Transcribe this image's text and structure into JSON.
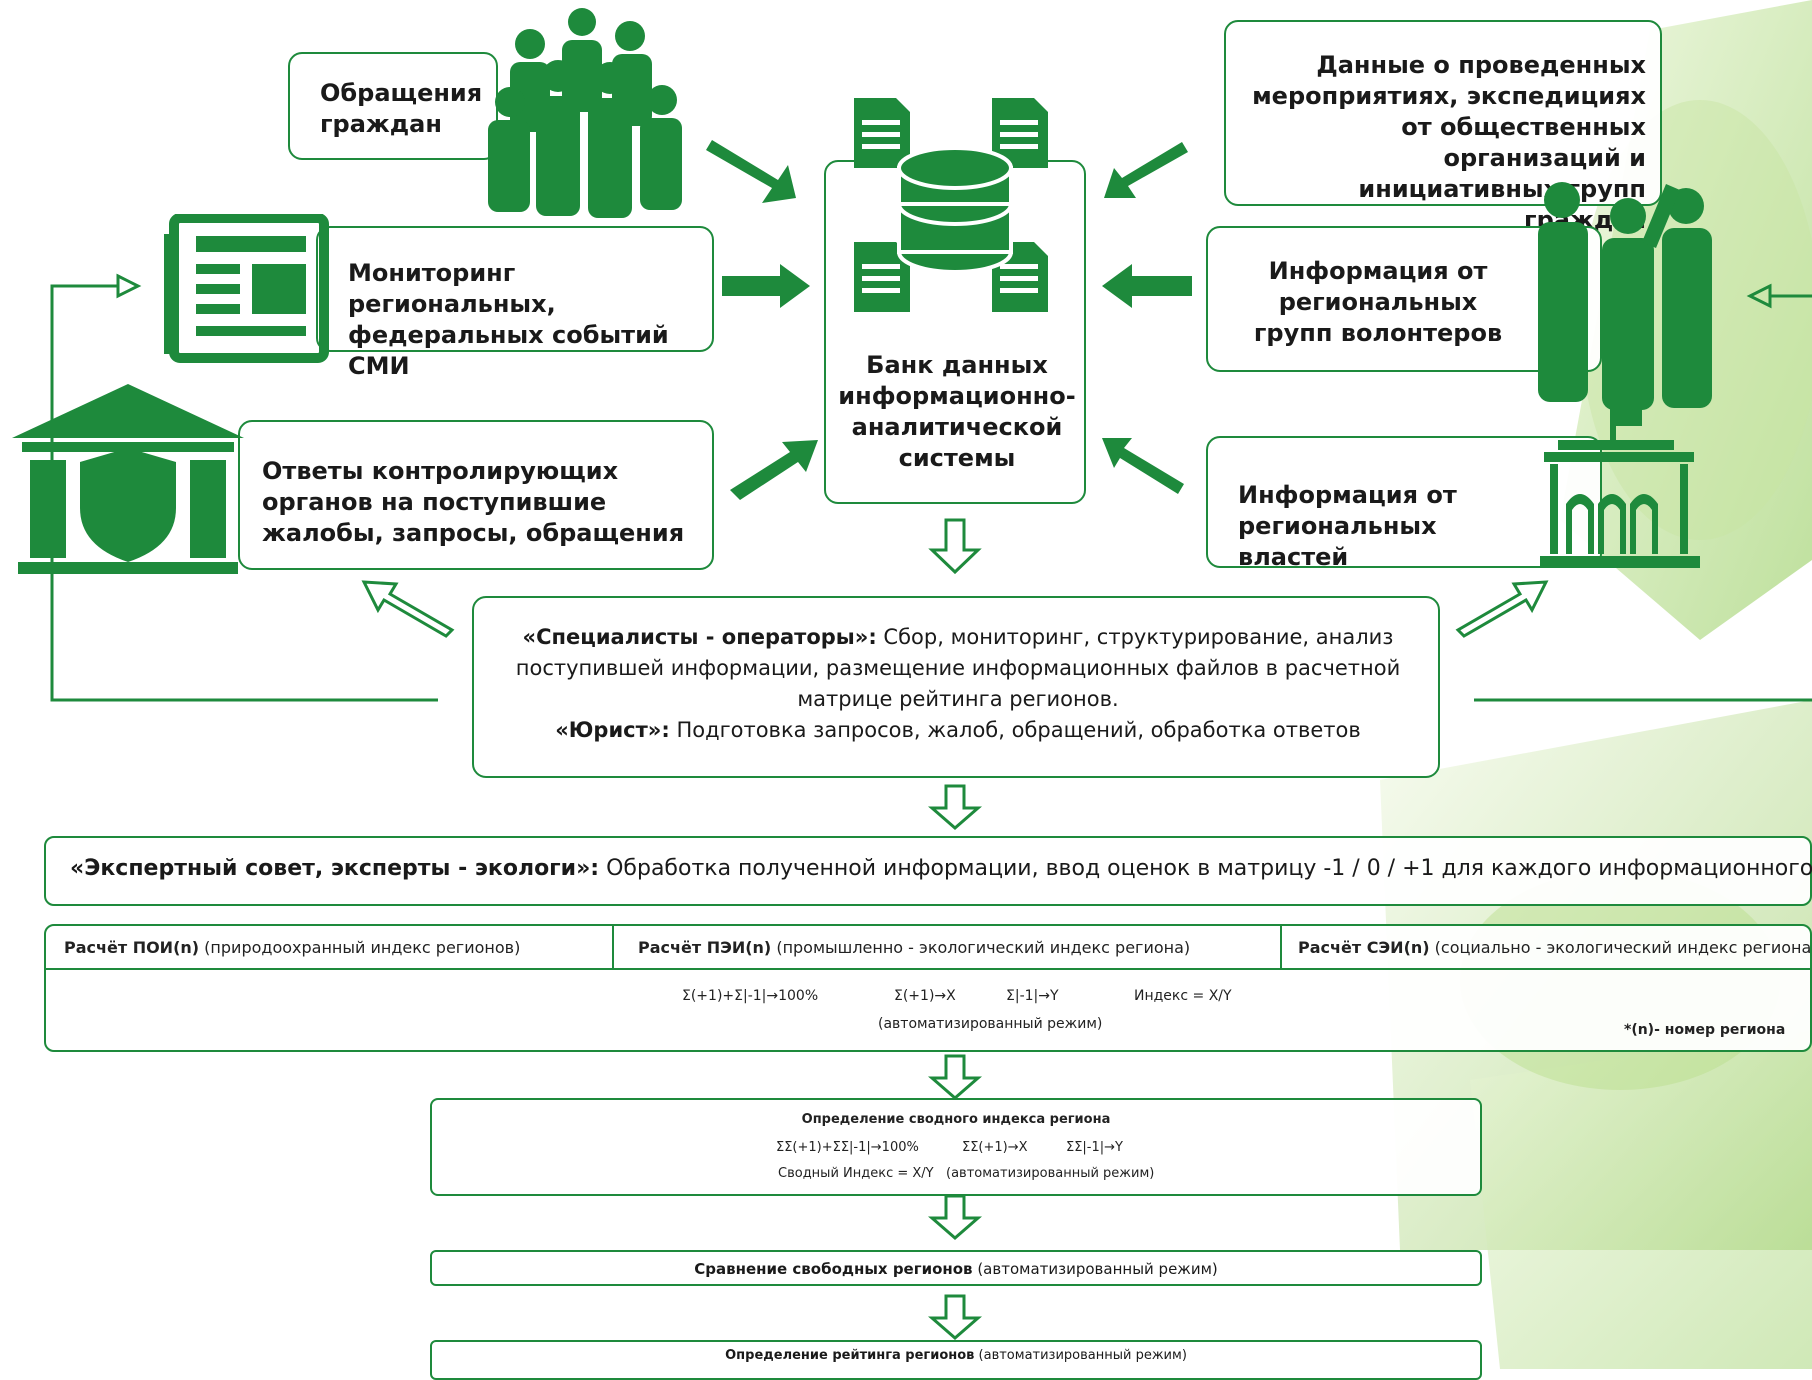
{
  "sources": {
    "citizens": "Обращения граждан",
    "media": "Мониторинг региональных, федеральных событий СМИ",
    "control_bodies": "Ответы контролирующих органов на поступившие жалобы, запросы, обращения",
    "public_orgs": "Данные о проведенных мероприятиях, экспедициях от общественных организаций и инициативных групп граждан",
    "volunteers": "Информация от региональных групп волонтеров",
    "authorities": "Информация от региональных властей"
  },
  "databank": {
    "title": "Банк данных информационно-аналитической системы"
  },
  "operators": {
    "label1": "«Специалисты - операторы»:",
    "text1": " Сбор, мониторинг, структурирование, анализ поступившей информации, размещение информационных файлов в расчетной матрице рейтинга регионов.",
    "label2": "«Юрист»:",
    "text2": " Подготовка запросов, жалоб, обращений, обработка ответов"
  },
  "experts": {
    "label": "«Экспертный совет, эксперты - экологи»:",
    "text": " Обработка полученной информации, ввод оценок в матрицу -1 / 0 / +1 для каждого информационного файла."
  },
  "indices": {
    "poi_label": "Расчёт ПОИ(n)",
    "poi_desc": " (природоохранный индекс регионов)",
    "pei_label": "Расчёт ПЭИ(n)",
    "pei_desc": " (промышленно - экологический индекс региона)",
    "sei_label": "Расчёт СЭИ(n)",
    "sei_desc": "  (социально - экологический индекс региона)",
    "f1": "Σ(+1)+Σ|-1|→100%",
    "f2": "Σ(+1)→X",
    "f3": "Σ|-1|→Y",
    "f4": "Индекс = X/Y",
    "mode": "(автоматизированный режим)",
    "footnote": "*(n)-  номер региона"
  },
  "summary": {
    "title": "Определение сводного индекса региона",
    "f1": "ΣΣ(+1)+ΣΣ|-1|→100%",
    "f2": "ΣΣ(+1)→X",
    "f3": "ΣΣ|-1|→Y",
    "f4": "Сводный Индекс = X/Y",
    "mode": "(автоматизированный режим)"
  },
  "compare": {
    "label": "Сравнение свободных регионов",
    "mode": " (автоматизированный режим)"
  },
  "rating": {
    "label": "Определение рейтинга регионов",
    "mode": " (автоматизированный режим)"
  },
  "colors": {
    "accent": "#1e8a3c",
    "leaf": "#b7dd8a"
  }
}
